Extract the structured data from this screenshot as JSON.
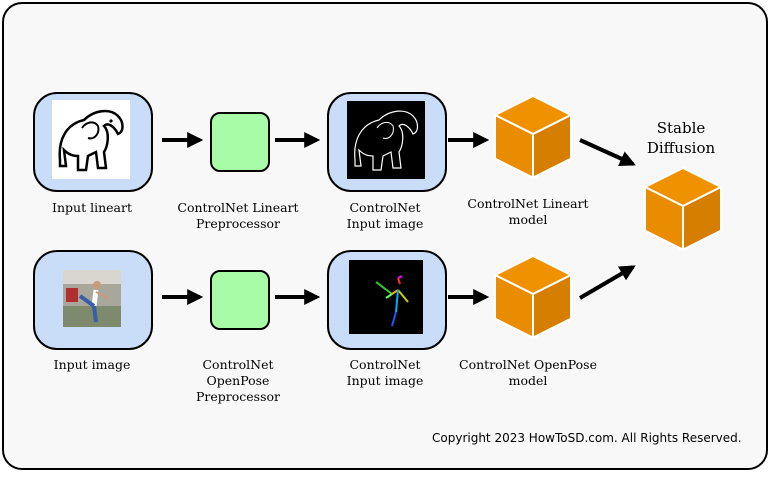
{
  "colors": {
    "input_box": "#c9dcf8",
    "preprocessor_box": "#a8fca8",
    "cube_front": "#e98c00",
    "cube_side": "#d67e00",
    "cube_top": "#f09100"
  },
  "row1": {
    "input_label": "Input lineart",
    "preprocessor_label": "ControlNet Lineart\nPreprocessor",
    "control_input_label": "ControlNet\nInput image",
    "model_label": "ControlNet Lineart\nmodel"
  },
  "row2": {
    "input_label": "Input image",
    "preprocessor_label": "ControlNet\nOpenPose\nPreprocessor",
    "control_input_label": "ControlNet\nInput image",
    "model_label": "ControlNet OpenPose\nmodel"
  },
  "output": {
    "title": "Stable\nDiffusion"
  },
  "footer": {
    "copyright": "Copyright 2023 HowToSD.com. All Rights Reserved."
  }
}
